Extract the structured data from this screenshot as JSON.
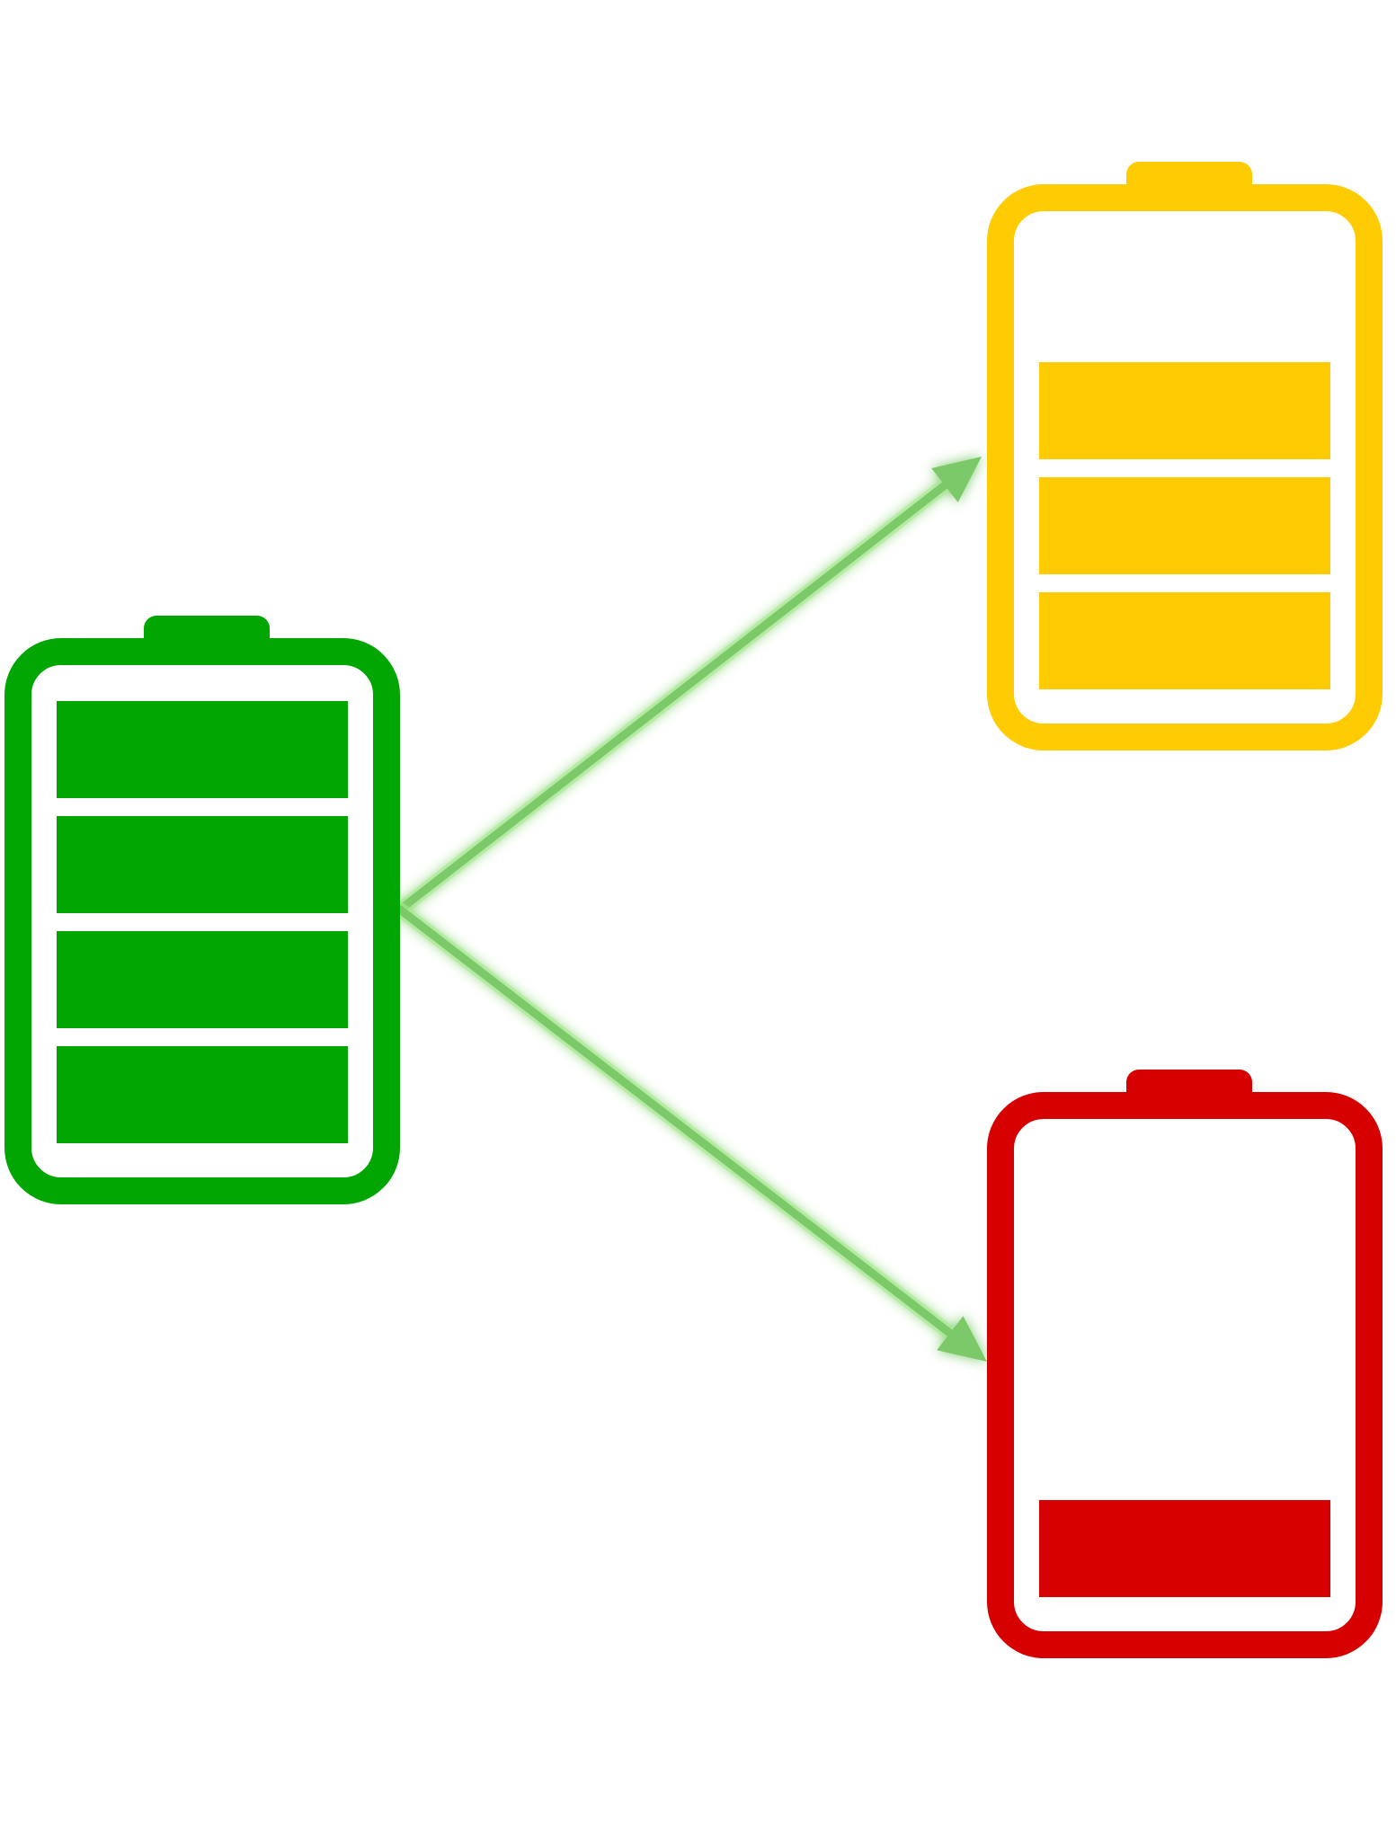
{
  "diagram": {
    "background": "#ffffff",
    "arrow_color": "#7cc96a",
    "arrow_glow_color": "#a6ec8c",
    "batteries": [
      {
        "id": "full",
        "icon": "battery-full-icon",
        "color": "#02a602",
        "bars_total": 4,
        "bars_filled": 4
      },
      {
        "id": "medium",
        "icon": "battery-medium-icon",
        "color": "#ffcb02",
        "bars_total": 4,
        "bars_filled": 3
      },
      {
        "id": "low",
        "icon": "battery-low-icon",
        "color": "#d60000",
        "bars_total": 4,
        "bars_filled": 1
      }
    ],
    "arrows": [
      {
        "from": "full",
        "to": "medium",
        "icon": "arrow-up-right-icon"
      },
      {
        "from": "full",
        "to": "low",
        "icon": "arrow-down-right-icon"
      }
    ]
  }
}
